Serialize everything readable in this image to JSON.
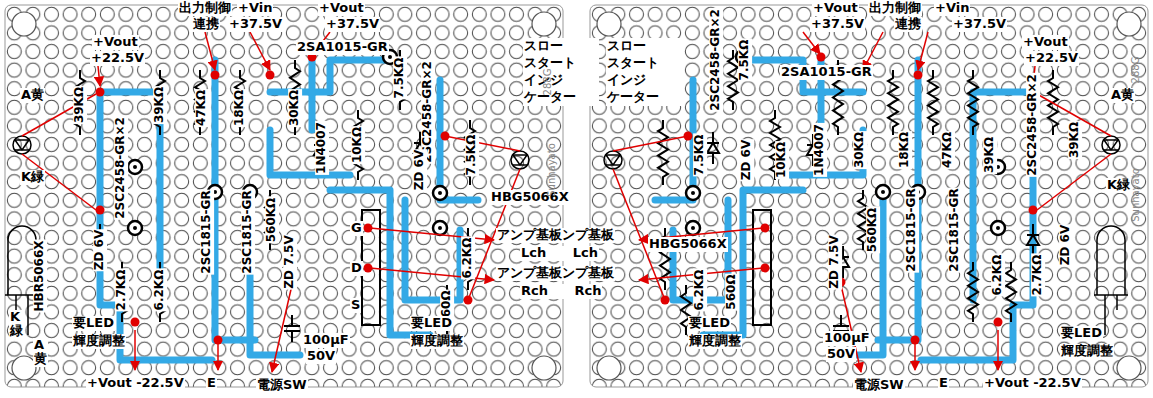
{
  "diagram": {
    "labels": [
      "+Vout",
      "+22.5V",
      "出力制御",
      "連携",
      "+Vin",
      "+37.5V",
      "+Vout",
      "+37.5V",
      "2SA1015-GR",
      "スロー スタート インジ ケーター",
      "A黄",
      "K緑",
      "39KΩ",
      "2SC2458-GR×2",
      "39KΩ",
      "47KΩ",
      "18KΩ",
      "30KΩ",
      "1N4007",
      "10KΩ",
      "7.5KΩ",
      "2SC2458-GR×2",
      "7.5KΩ",
      "ZD 6V",
      "2.7KΩ",
      "6.2KΩ",
      "2SC1815-GR",
      "2SC1815-GR",
      "560KΩ",
      "ZD 7.5V",
      "ZD 6V",
      "HBG5066X",
      "6.2KΩ",
      "560Ω",
      "G",
      "D",
      "S",
      "HBR5066X",
      "K緑",
      "A黄",
      "要LED",
      "輝度調整",
      "100μF",
      "50V",
      "要LED",
      "輝度調整",
      "+Vout -22.5V",
      "E",
      "電源SW",
      "アンプ基板ンプ基板",
      "Lch Lch",
      "アンプ基板ンプ基板",
      "Rch Rch",
      "288G",
      "+Vout",
      "+37.5V",
      "出力制御",
      "連携",
      "+Vin",
      "+37.5V",
      "+Vout",
      "+22.5V",
      "スロー スタート インジ ケーター",
      "2SC2458-GR×2",
      "7.5KΩ",
      "2SA1015-GR",
      "7.5KΩ",
      "ZD 6V",
      "10KΩ",
      "1N4007",
      "30KΩ",
      "18KΩ",
      "47KΩ",
      "39KΩ",
      "2SC2458-GR×2",
      "39KΩ",
      "A黄",
      "K緑",
      "HBG5066X",
      "6.2KΩ",
      "560Ω",
      "ZD 7.5V",
      "560KΩ",
      "2SC1815-GR",
      "2SC1815-GR",
      "6.2KΩ",
      "2.7KΩ",
      "ZD 6V",
      "要LED",
      "輝度調整",
      "100μF",
      "50V",
      "要LED",
      "輝度調整",
      "+Vout -22.5V",
      "電源SW",
      "E",
      "288G",
      "Sunhayato",
      "Sunhayato"
    ]
  }
}
